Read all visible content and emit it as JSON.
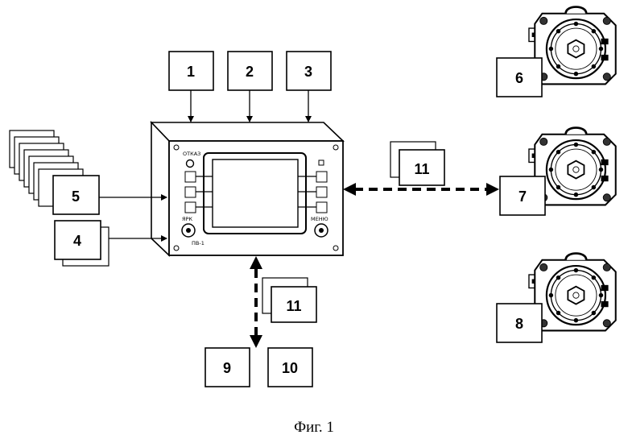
{
  "labels": {
    "l1": "1",
    "l2": "2",
    "l3": "3",
    "l4": "4",
    "l5": "5",
    "l6": "6",
    "l7": "7",
    "l8": "8",
    "l9": "9",
    "l10": "10",
    "l11a": "11",
    "l11b": "11"
  },
  "device": {
    "label_top_left": "ОТКАЗ",
    "label_bottom_left": "ЯРК",
    "label_bottom_center": "ПВ-1",
    "label_bottom_right": "МЕНЮ"
  },
  "caption": "Фиг. 1"
}
